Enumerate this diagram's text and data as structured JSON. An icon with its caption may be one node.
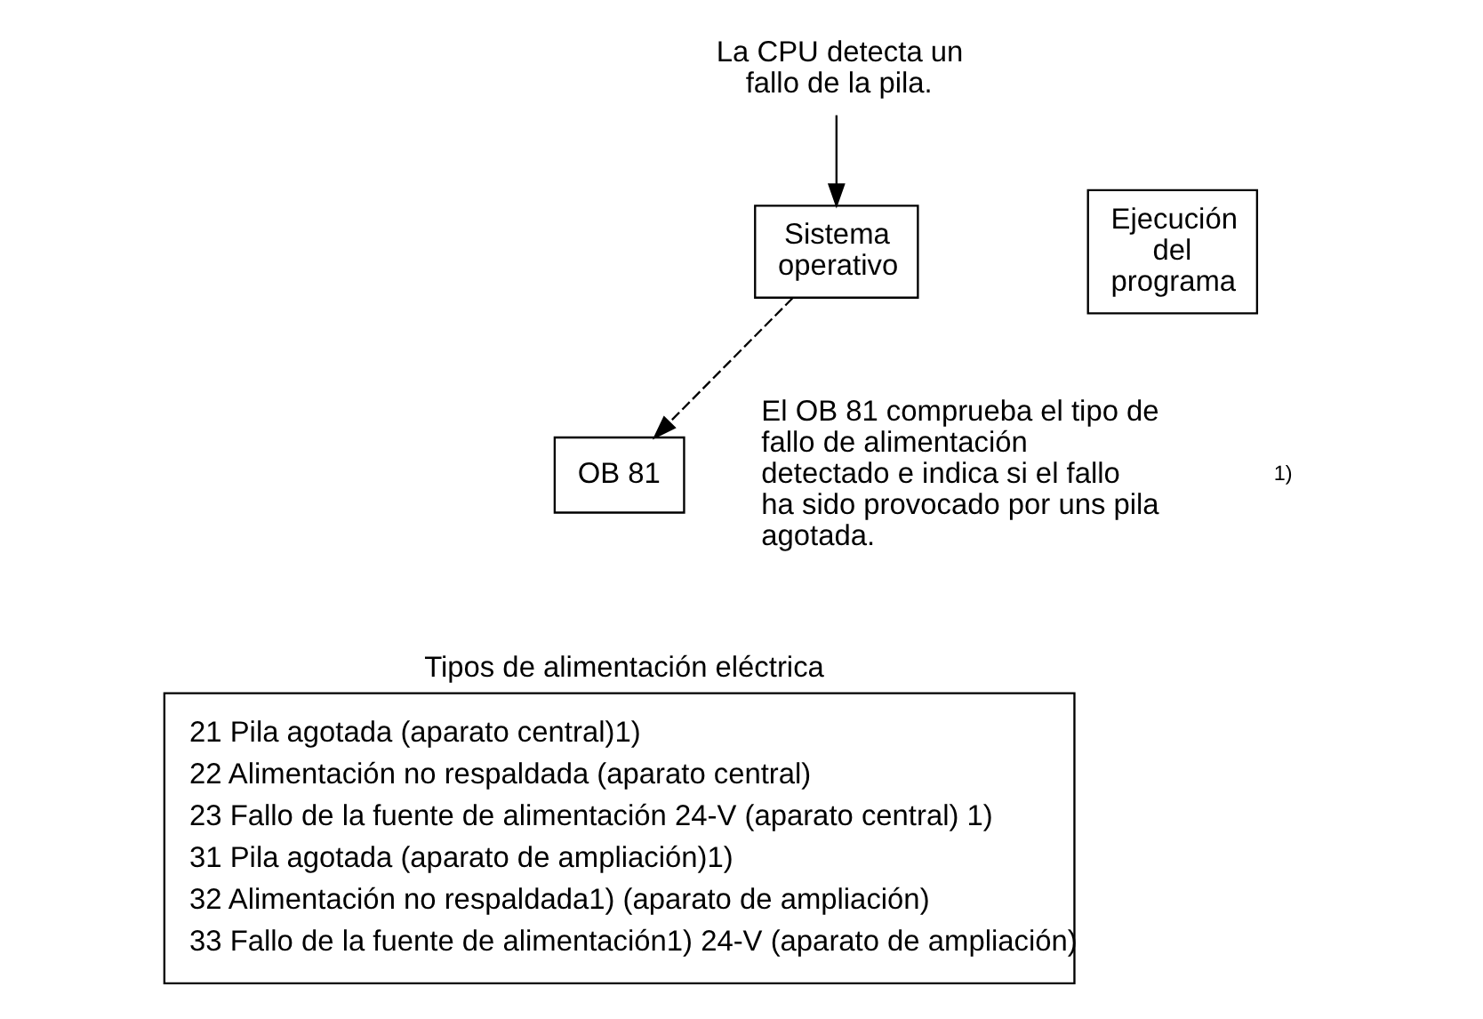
{
  "diagram": {
    "nodes": [
      {
        "text": [
          "La CPU detecta un fallo de la pila."
        ]
      },
      {
        "text": [
          "Sistema operativo"
        ]
      },
      {
        "text": [
          "Ejecución del programa"
        ]
      },
      {
        "text": [
          "OB 81"
        ],
        "beside": [
          "El OB 81 comprueba el tipo de fallo de alimentación detectado e indica si el fallo ha sido provocado por uns pila agotada."
        ]
      },
      {
        "text": [
          "Tipos de alimentación eléctrica",
          "21 Pila agotada (aparato central)1)",
          "22 Alimentación no respaldada (aparato central)",
          "23 Fallo de la fuente de alimentación 24-V (aparato central) 1)",
          "31 Pila agotada (aparato de ampliación)1)",
          "32 Alimentación no respaldada1) (aparato de ampliación)",
          "33 Fallo de la fuente de alimentación1) 24-V (aparato de ampliación)"
        ]
      }
    ],
    "edges": [
      {
        "from": 0,
        "to": 1,
        "arrow": "to"
      },
      {
        "from": 1,
        "to": 3,
        "arrow": "to",
        "style": "dashed"
      }
    ],
    "labels": [
      "1)"
    ]
  }
}
